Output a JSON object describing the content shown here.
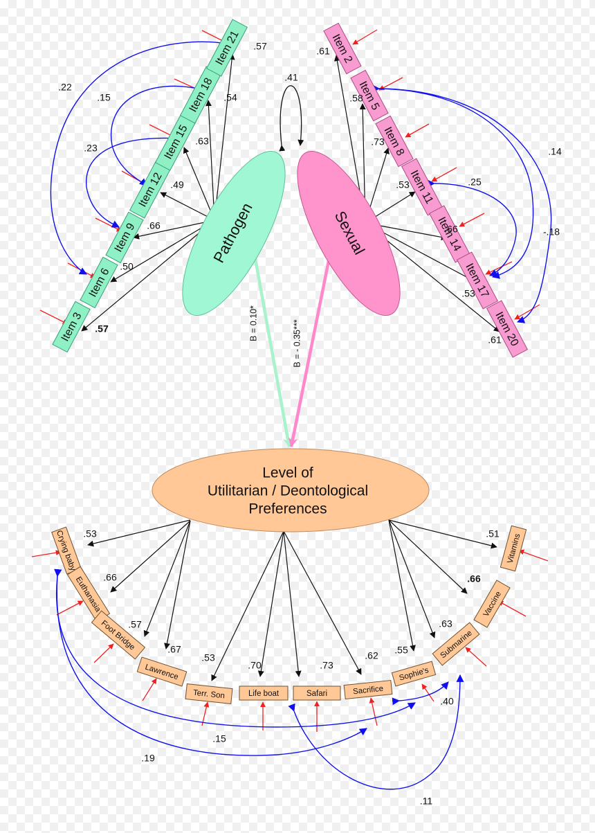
{
  "factors": {
    "pathogen": {
      "label": "Pathogen",
      "color": "#9ff7d3"
    },
    "sexual": {
      "label": "Sexual",
      "color": "#ff93cc"
    },
    "correlation": ".41"
  },
  "pathogen_items": [
    {
      "label": "Item 3",
      "loading": ".57"
    },
    {
      "label": "Item 6",
      "loading": ".50"
    },
    {
      "label": "Item 9",
      "loading": ".66"
    },
    {
      "label": "Item 12",
      "loading": ".49"
    },
    {
      "label": "Item 15",
      "loading": ".63"
    },
    {
      "label": "Item 18",
      "loading": ".54"
    },
    {
      "label": "Item 21",
      "loading": ".57"
    }
  ],
  "sexual_items": [
    {
      "label": "Item 2",
      "loading": ".61"
    },
    {
      "label": "Item 5",
      "loading": ".58"
    },
    {
      "label": "Item 8",
      "loading": ".73"
    },
    {
      "label": "Item 11",
      "loading": ".53"
    },
    {
      "label": "Item 14",
      "loading": ".66"
    },
    {
      "label": "Item 17",
      "loading": ".53"
    },
    {
      "label": "Item 20",
      "loading": ".61"
    }
  ],
  "pathogen_covariances": [
    {
      "from": "Item 21",
      "to": "Item 6",
      "value": ".22"
    },
    {
      "from": "Item 18",
      "to": "Item 12",
      "value": ".15"
    },
    {
      "from": "Item 15",
      "to": "Item 9",
      "value": ".23"
    }
  ],
  "sexual_covariances": [
    {
      "from": "Item 5",
      "to": "Item 20",
      "value": ".14"
    },
    {
      "from": "Item 5",
      "to": "Item 17",
      "value": "-.18"
    },
    {
      "from": "Item 11",
      "to": "Item 17",
      "value": ".25"
    }
  ],
  "paths": {
    "pathogen": "B = 0.10*",
    "sexual": "B = - 0.35***"
  },
  "outcome": {
    "lines": [
      "Level of",
      "Utilitarian / Deontological",
      "Preferences"
    ],
    "color": "#ffc896"
  },
  "dilemmas": [
    {
      "label": "Crying baby",
      "loading": ".53"
    },
    {
      "label": "Euthanasia",
      "loading": ".66"
    },
    {
      "label": "Foot Bridge",
      "loading": ".57"
    },
    {
      "label": "Lawrence",
      "loading": ".67"
    },
    {
      "label": "Terr. Son",
      "loading": ".53"
    },
    {
      "label": "Life boat",
      "loading": ".70"
    },
    {
      "label": "Safari",
      "loading": ".73"
    },
    {
      "label": "Sacrifice",
      "loading": ".62"
    },
    {
      "label": "Sophie's",
      "loading": ".55"
    },
    {
      "label": "Submarine",
      "loading": ".63"
    },
    {
      "label": "Vaccine",
      "loading": ".66"
    },
    {
      "label": "Vitamins",
      "loading": ".51"
    }
  ],
  "dilemma_covariances": [
    {
      "from": "Crying baby",
      "to": "Sophie's",
      "value": ".15"
    },
    {
      "from": "Crying baby",
      "to": "Sacrifice",
      "value": ".19"
    },
    {
      "from": "Sophie's",
      "to": "Submarine",
      "value": ".40"
    },
    {
      "from": "Life boat",
      "to": "Submarine",
      "value": ".11"
    }
  ]
}
